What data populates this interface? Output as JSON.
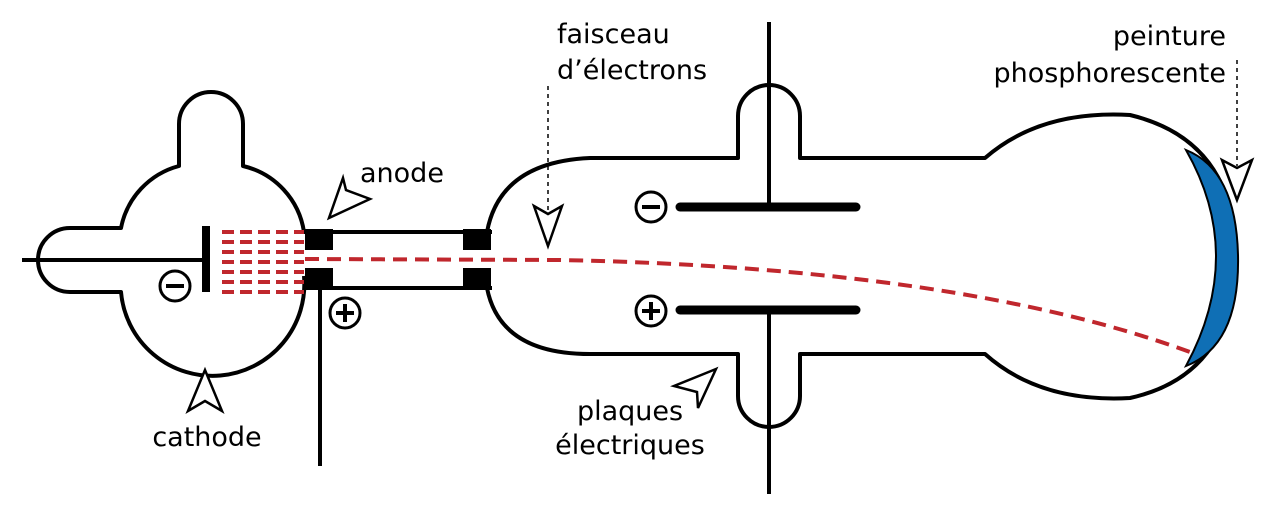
{
  "labels": {
    "faisceau_line1": "faisceau",
    "faisceau_line2": "d’électrons",
    "peinture_line1": "peinture",
    "peinture_line2": "phosphorescente",
    "anode": "anode",
    "cathode": "cathode",
    "plaques_line1": "plaques",
    "plaques_line2": "électriques"
  },
  "colors": {
    "electron_beam": "#c0272d",
    "phosphor": "#0f6fb5",
    "outline": "#000000"
  }
}
